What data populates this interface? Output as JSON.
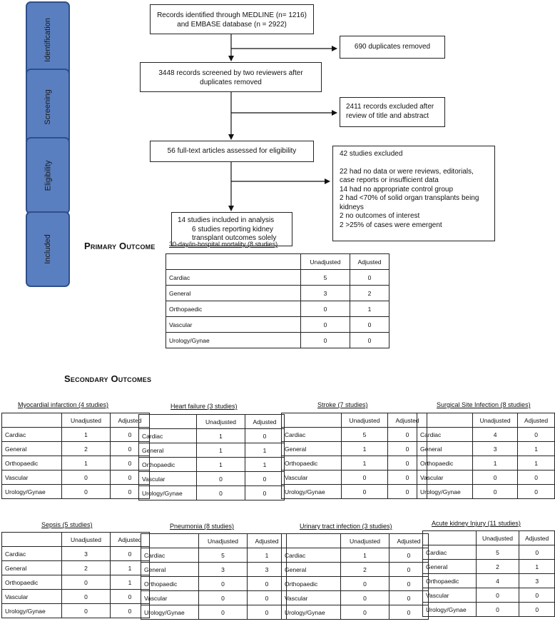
{
  "stages": [
    "Identification",
    "Screening",
    "Eligibility",
    "Included"
  ],
  "flow": {
    "identified": "Records identified through MEDLINE (n= 1216) and EMBASE database (n = 2922)",
    "duplicates": "690 duplicates removed",
    "screened": "3448 records screened by two reviewers after duplicates removed",
    "excluded_title": "2411 records excluded after review of title and abstract",
    "full_text": "56 full-text articles assessed for eligibility",
    "excluded_studies": {
      "header": "42 studies excluded",
      "reasons": [
        "22 had no data or were reviews, editorials, case reports or insufficient data",
        "14 had no appropriate control group",
        "2 had <70% of solid organ transplants being kidneys",
        "2 no outcomes of interest",
        "2 >25% of cases were emergent"
      ]
    },
    "included": "14 studies included in analysis",
    "included_sub": "6 studies reporting kidney transplant outcomes solely"
  },
  "primary_heading": "Primary Outcome",
  "secondary_heading": "Secondary Outcomes",
  "columns": [
    "Unadjusted",
    "Adjusted"
  ],
  "row_labels": [
    "Cardiac",
    "General",
    "Orthopaedic",
    "Vascular",
    "Urology/Gynae"
  ],
  "primary": {
    "title": "30-day/in-hospital mortality (8 studies)",
    "unadjusted": [
      5,
      3,
      0,
      0,
      0
    ],
    "adjusted": [
      0,
      2,
      1,
      0,
      0
    ]
  },
  "secondary": [
    {
      "title": "Myocardial infarction (4 studies)",
      "unadjusted": [
        1,
        2,
        1,
        0,
        0
      ],
      "adjusted": [
        0,
        0,
        0,
        0,
        0
      ]
    },
    {
      "title": "Heart failure (3 studies)",
      "unadjusted": [
        1,
        1,
        1,
        0,
        0
      ],
      "adjusted": [
        0,
        1,
        1,
        0,
        0
      ]
    },
    {
      "title": "Stroke (7 studies)",
      "unadjusted": [
        5,
        1,
        1,
        0,
        0
      ],
      "adjusted": [
        0,
        0,
        0,
        0,
        0
      ]
    },
    {
      "title": "Surgical Site Infection (8 studies)",
      "unadjusted": [
        4,
        3,
        1,
        0,
        0
      ],
      "adjusted": [
        0,
        1,
        1,
        0,
        0
      ]
    },
    {
      "title": "Sepsis (5 studies)",
      "unadjusted": [
        3,
        2,
        0,
        0,
        0
      ],
      "adjusted": [
        0,
        1,
        1,
        0,
        0
      ]
    },
    {
      "title": "Pneumonia (8 studies)",
      "unadjusted": [
        5,
        3,
        0,
        0,
        0
      ],
      "adjusted": [
        1,
        3,
        0,
        0,
        0
      ]
    },
    {
      "title": "Urinary tract infection (3 studies)",
      "unadjusted": [
        1,
        2,
        0,
        0,
        0
      ],
      "adjusted": [
        0,
        0,
        0,
        0,
        0
      ]
    },
    {
      "title": "Acute kidney Injury (11 studies)",
      "unadjusted": [
        5,
        2,
        4,
        0,
        0
      ],
      "adjusted": [
        0,
        1,
        3,
        0,
        0
      ]
    }
  ]
}
